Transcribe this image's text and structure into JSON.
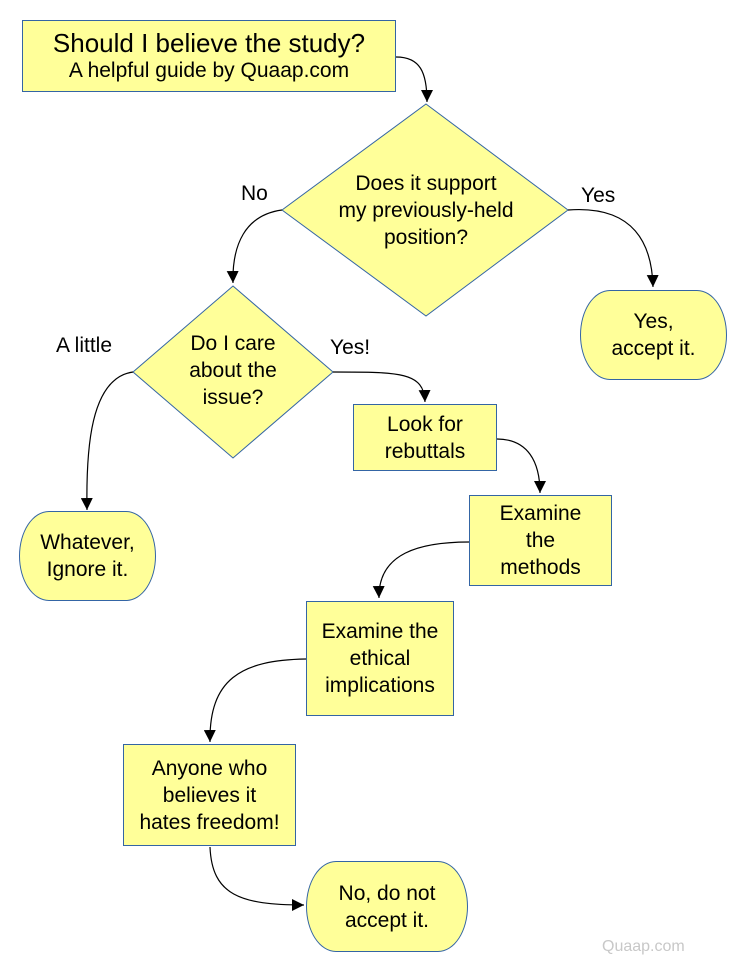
{
  "title": {
    "line1": "Should I believe the study?",
    "line2": "A helpful guide by Quaap.com"
  },
  "nodes": {
    "support": [
      "Does it support",
      "my previously-held",
      "position?"
    ],
    "care": [
      "Do I care",
      "about the",
      "issue?"
    ],
    "yes_accept": [
      "Yes,",
      "accept it."
    ],
    "whatever": [
      "Whatever,",
      "Ignore it."
    ],
    "rebuttals": [
      "Look for",
      "rebuttals"
    ],
    "methods": [
      "Examine",
      "the",
      "methods"
    ],
    "ethical": [
      "Examine the",
      "ethical",
      "implications"
    ],
    "freedom": [
      "Anyone who",
      "believes it",
      "hates freedom!"
    ],
    "no_accept": [
      "No, do not",
      "accept it."
    ]
  },
  "edge_labels": {
    "no": "No",
    "yes": "Yes",
    "a_little": "A little",
    "yes_excl": "Yes!"
  },
  "watermark": "Quaap.com",
  "colors": {
    "fill": "#ffff99",
    "border": "#3465a4",
    "connector": "#000000",
    "watermark": "#c8c8c8"
  }
}
